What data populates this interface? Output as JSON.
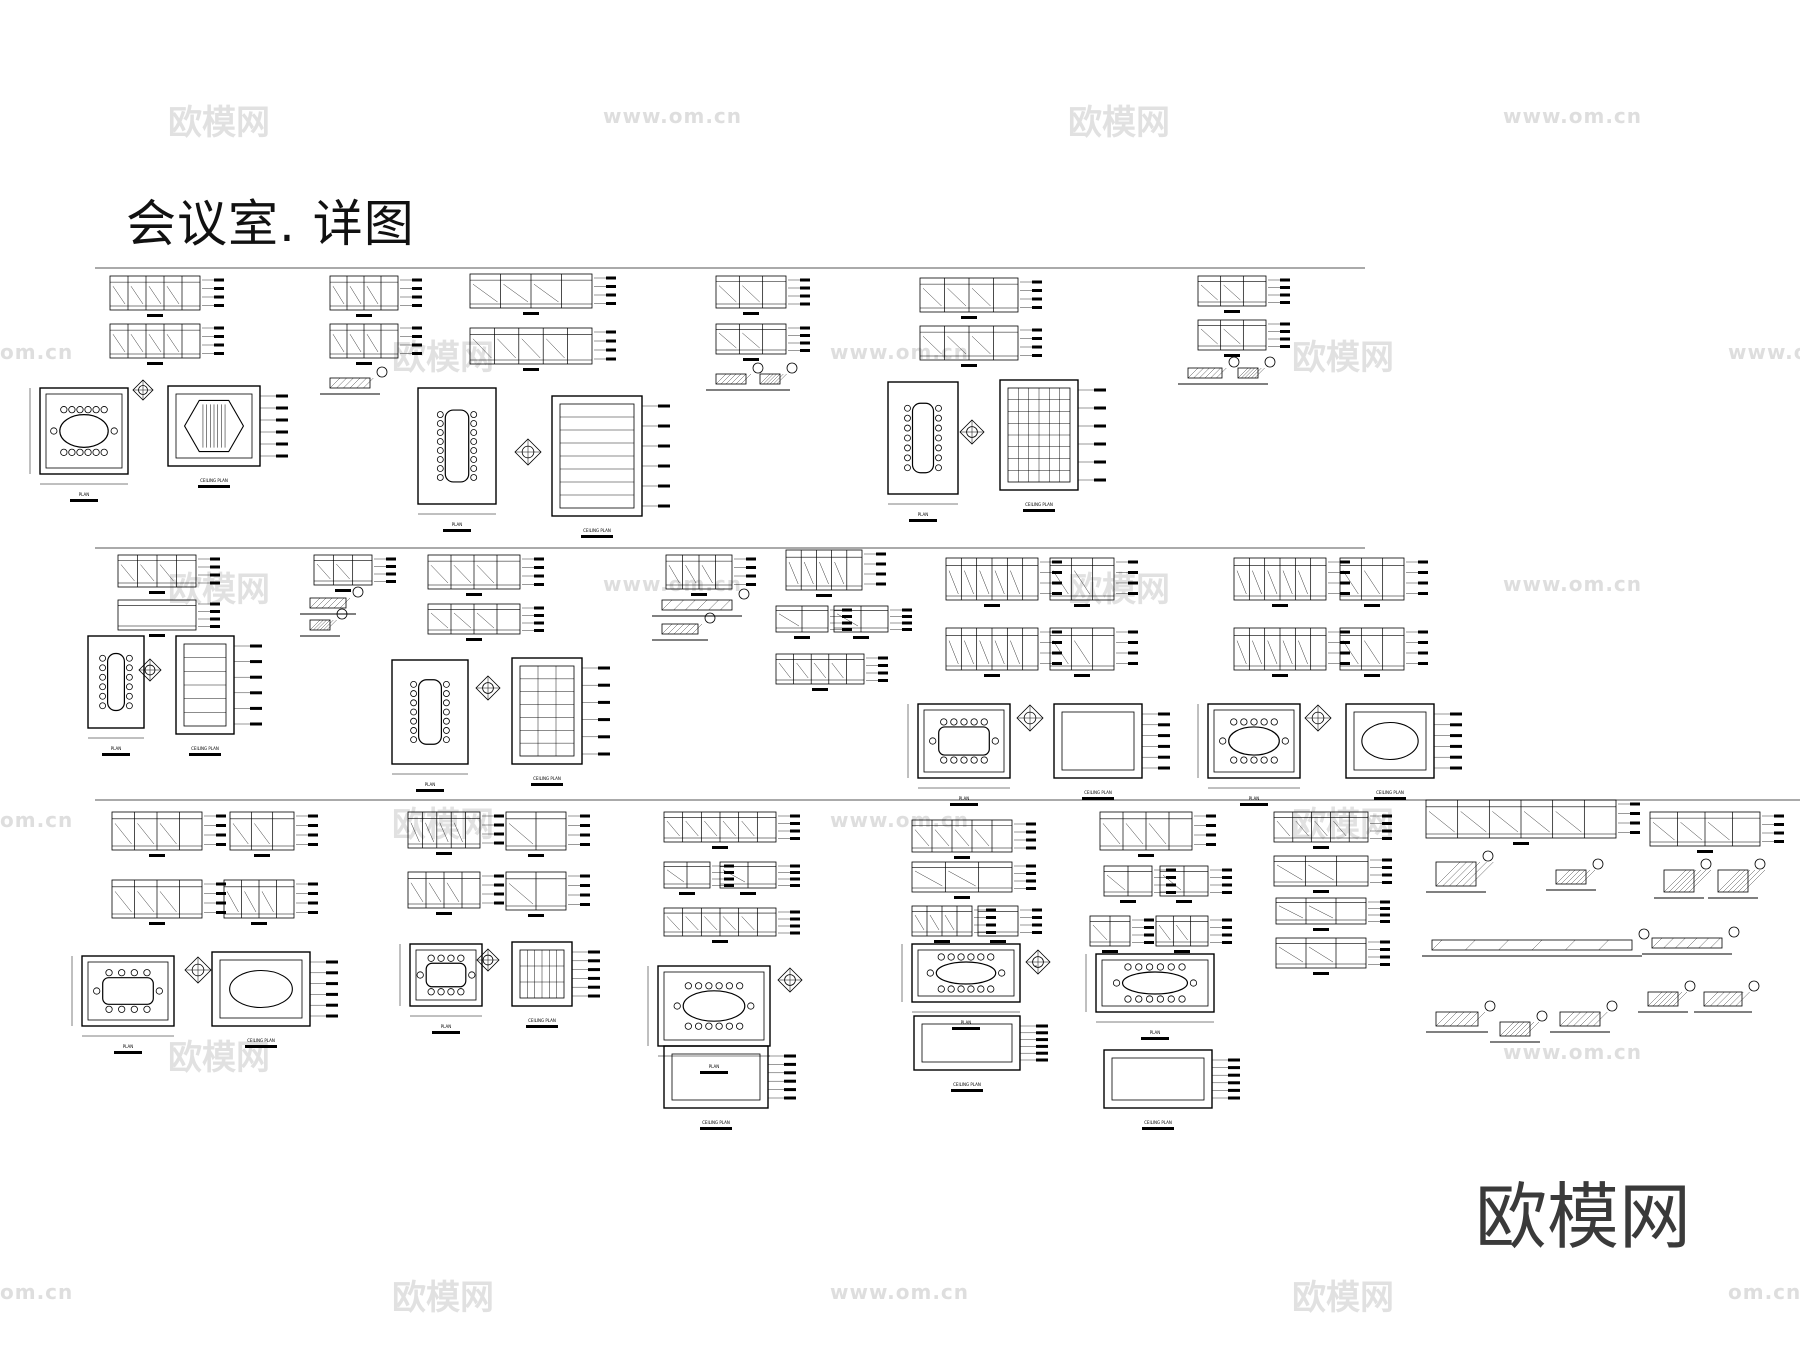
{
  "title": "会议室. 详图",
  "brand_watermark": "欧模网",
  "watermark_cn": "欧模网",
  "watermark_url": "www.om.cn",
  "watermark_url_partial": "om.cn",
  "labels": {
    "plan": "PLAN",
    "ceiling_plan": "CEILING PLAN"
  },
  "colors": {
    "ink": "#000000",
    "watermark": "#c9c9c9",
    "title": "#111111"
  }
}
